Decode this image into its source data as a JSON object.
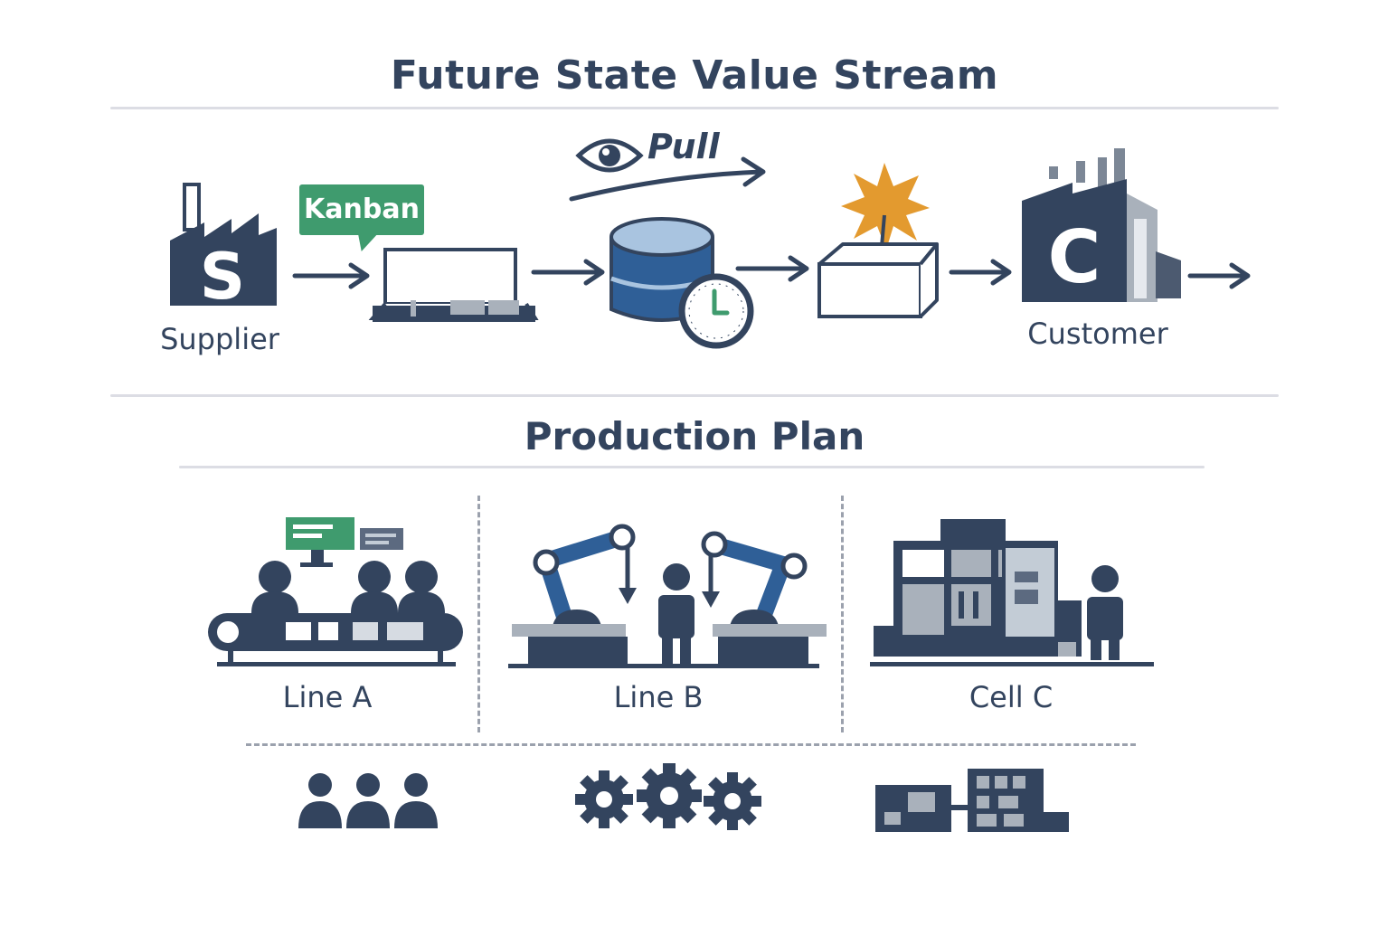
{
  "header": {
    "title": "Future State Value Stream"
  },
  "flow": {
    "supplier": {
      "letter": "S",
      "label": "Supplier"
    },
    "kanban": {
      "label": "Kanban"
    },
    "pull": {
      "label": "Pull"
    },
    "customer": {
      "letter": "C",
      "label": "Customer"
    }
  },
  "plan": {
    "title": "Production Plan",
    "cells": [
      {
        "label": "Line A"
      },
      {
        "label": "Line B"
      },
      {
        "label": "Cell C"
      }
    ]
  },
  "colors": {
    "navy": "#33445e",
    "blue": "#2f5f97",
    "green": "#3f9b6e",
    "orange": "#e39a2f",
    "grey": "#a9b1bb"
  }
}
